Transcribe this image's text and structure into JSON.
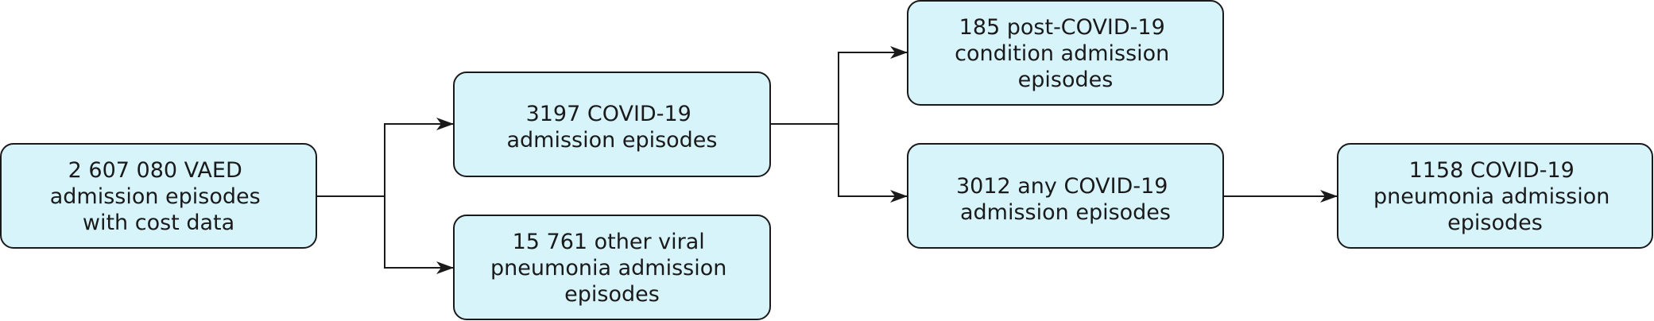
{
  "flowchart": {
    "nodes": [
      {
        "id": "vaed",
        "lines": [
          "2 607 080 VAED",
          "admission episodes",
          "with cost data"
        ]
      },
      {
        "id": "covid",
        "lines": [
          "3197 COVID-19",
          "admission episodes"
        ]
      },
      {
        "id": "other-viral",
        "lines": [
          "15 761 other viral",
          "pneumonia admission",
          "episodes"
        ]
      },
      {
        "id": "post-covid",
        "lines": [
          "185 post-COVID-19",
          "condition admission",
          "episodes"
        ]
      },
      {
        "id": "any-covid",
        "lines": [
          "3012 any COVID-19",
          "admission episodes"
        ]
      },
      {
        "id": "covid-pneumonia",
        "lines": [
          "1158 COVID-19",
          "pneumonia admission",
          "episodes"
        ]
      }
    ],
    "edges": [
      {
        "from": "vaed",
        "to": "covid"
      },
      {
        "from": "vaed",
        "to": "other-viral"
      },
      {
        "from": "covid",
        "to": "post-covid"
      },
      {
        "from": "covid",
        "to": "any-covid"
      },
      {
        "from": "any-covid",
        "to": "covid-pneumonia"
      }
    ]
  }
}
